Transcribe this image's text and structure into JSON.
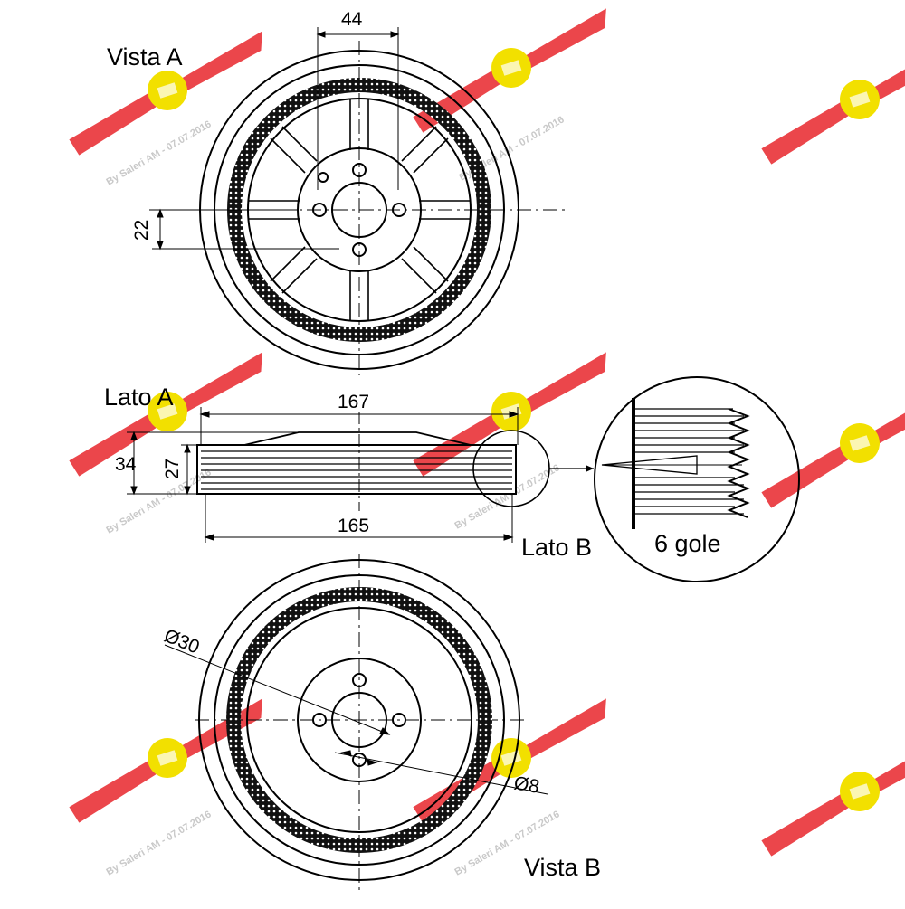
{
  "labels": {
    "vista_a": "Vista A",
    "lato_a": "Lato A",
    "lato_b": "Lato B",
    "vista_b": "Vista B",
    "grooves": "6 gole"
  },
  "dimensions": {
    "d44": "44",
    "d22": "22",
    "d167": "167",
    "d34": "34",
    "d27": "27",
    "d165": "165",
    "d30": "Ø30",
    "d8": "Ø8"
  },
  "watermark": {
    "text": "By Saleri AM - 07.07.2016",
    "colors": {
      "wing": "#e8262b",
      "badge": "#f2e000"
    }
  },
  "colors": {
    "line": "#000000",
    "background": "#ffffff"
  }
}
